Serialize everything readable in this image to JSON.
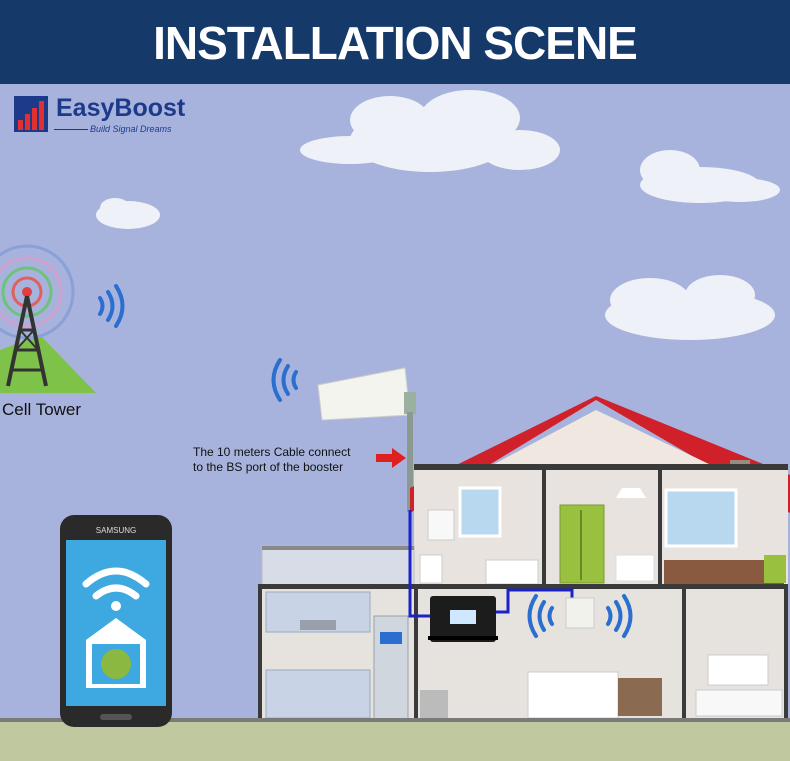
{
  "banner": {
    "title": "INSTALLATION SCENE"
  },
  "logo": {
    "name": "EasyBoost",
    "tagline": "Build Signal Dreams"
  },
  "tower": {
    "label": "Cell Tower"
  },
  "cable_note": {
    "line1": "The 10 meters Cable connect",
    "line2": "to the BS port of the booster"
  },
  "phone": {
    "brand": "SAMSUNG"
  },
  "colors": {
    "sky": "#a7b3dc",
    "banner": "#153a6a",
    "roof": "#d0202a",
    "cable": "#1a22c8",
    "signal": "#2a6fd0",
    "grass": "#7fc24a"
  }
}
